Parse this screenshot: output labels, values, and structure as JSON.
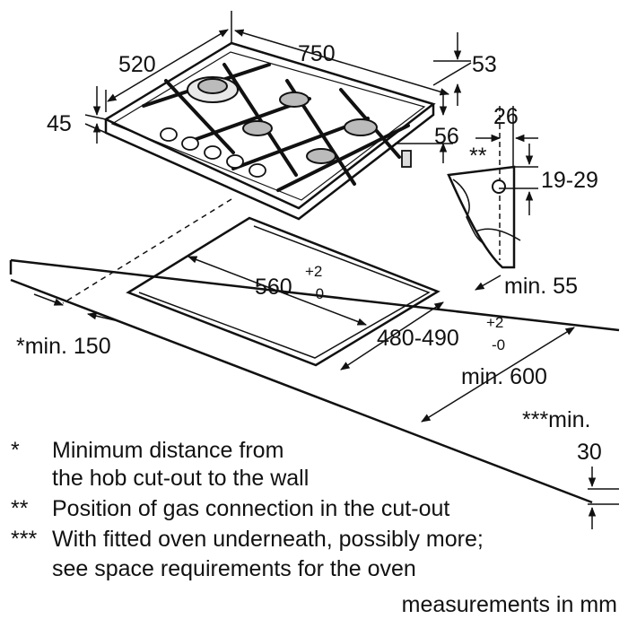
{
  "dimensions": {
    "hob_depth": "520",
    "hob_width": "750",
    "hob_height": "45",
    "right_drop": "53",
    "gas_offset": "56",
    "detail_width": "26",
    "detail_range": "19-29",
    "detail_mark": "**",
    "cutout_width": "560",
    "cutout_width_tol_plus": "+2",
    "cutout_width_tol_minus": "-0",
    "cutout_depth": "480-490",
    "cutout_depth_tol_plus": "+2",
    "cutout_depth_tol_minus": "-0",
    "wall_min": "*min. 150",
    "edge_min": "min. 55",
    "worktop_min": "min. 600",
    "thickness_min": "***min.",
    "thickness_value": "30"
  },
  "notes": [
    {
      "mark": "*",
      "lines": [
        "Minimum distance from",
        "the hob cut-out to the wall"
      ]
    },
    {
      "mark": "**",
      "lines": [
        "Position of gas connection in the cut-out"
      ]
    },
    {
      "mark": "***",
      "lines": [
        "With fitted oven underneath, possibly more;",
        "see space requirements for the oven"
      ]
    }
  ],
  "units_label": "measurements in mm"
}
